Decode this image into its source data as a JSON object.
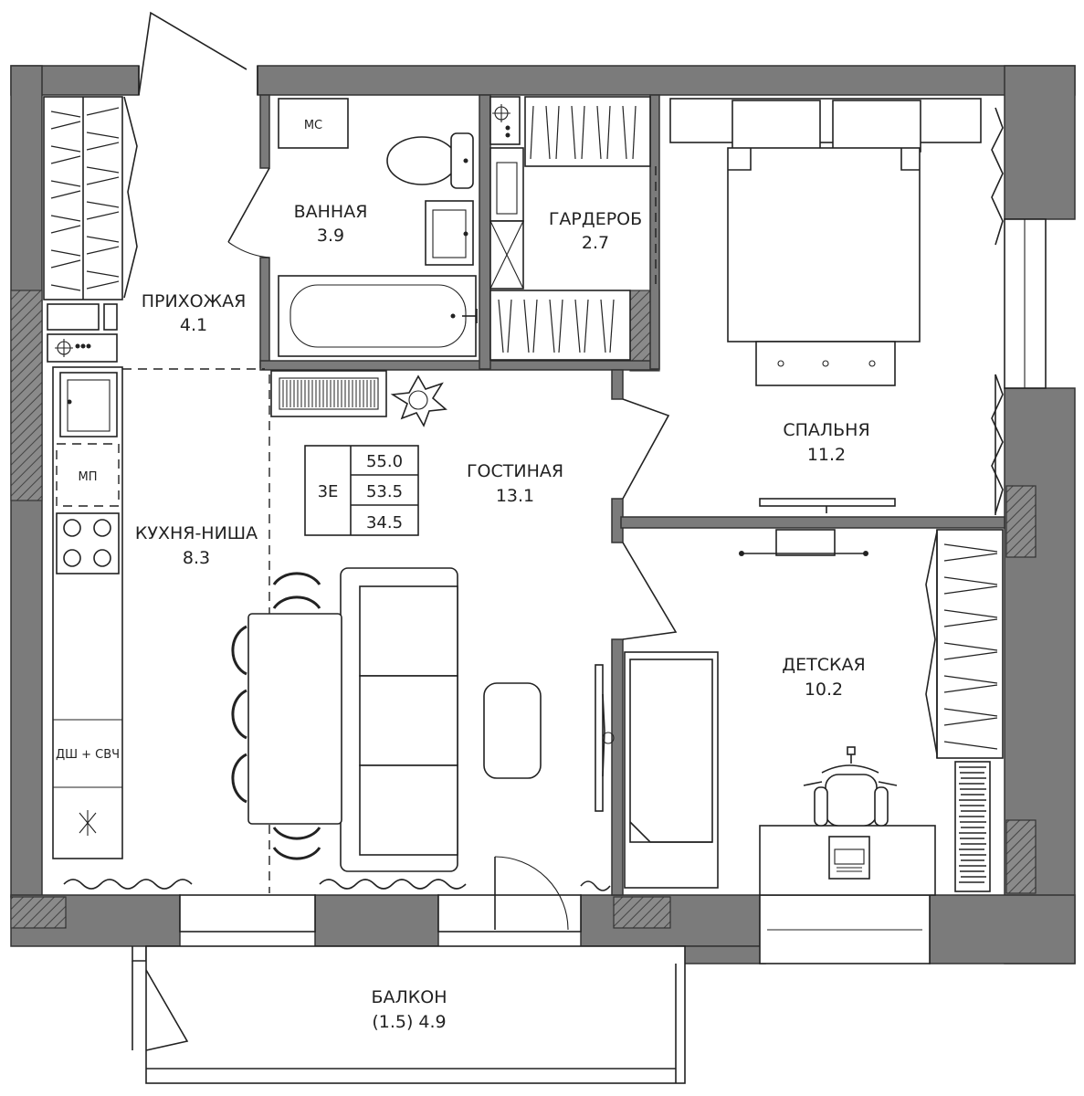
{
  "rooms": {
    "hallway": {
      "name": "ПРИХОЖАЯ",
      "area": "4.1"
    },
    "bathroom": {
      "name": "ВАННАЯ",
      "area": "3.9"
    },
    "wardrobe": {
      "name": "ГАРДЕРОБ",
      "area": "2.7"
    },
    "bedroom": {
      "name": "СПАЛЬНЯ",
      "area": "11.2"
    },
    "living": {
      "name": "ГОСТИНАЯ",
      "area": "13.1"
    },
    "kitchen": {
      "name": "КУХНЯ-НИША",
      "area": "8.3"
    },
    "kids": {
      "name": "ДЕТСКАЯ",
      "area": "10.2"
    },
    "balcony": {
      "name": "БАЛКОН",
      "area": "(1.5) 4.9"
    }
  },
  "summary": {
    "type": "3E",
    "total": "55.0",
    "living_total": "53.5",
    "residential": "34.5"
  },
  "appliances": {
    "washer": "МС",
    "microwave_spot": "МП",
    "dishwasher_microwave": "ДШ + СВЧ",
    "fridge_icon": "snowflake-icon"
  },
  "colors": {
    "wall": "#7b7b7b",
    "line": "#222222"
  }
}
